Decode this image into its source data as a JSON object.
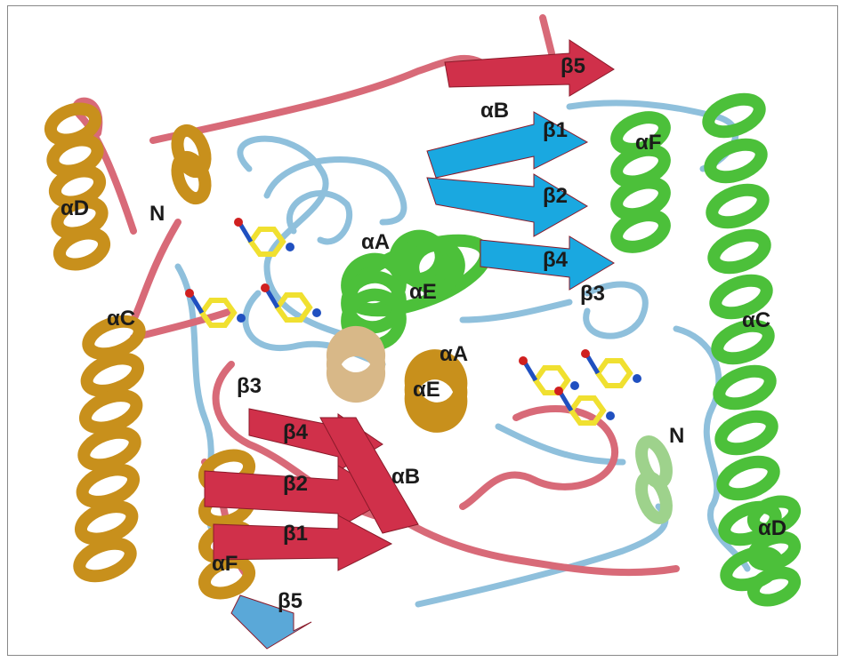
{
  "figure": {
    "colors": {
      "orange": "#c8901c",
      "red": "#d0304a",
      "pink": "#d86a78",
      "cyan": "#1aa8e0",
      "lightblue": "#8fc0dc",
      "green": "#4cc03a",
      "lightgreen": "#9ed28c",
      "tan": "#d8b888",
      "yellow": "#f0e030",
      "lavender": "#c8c0d8"
    },
    "labels": {
      "alphaD_left": "αD",
      "N_left": "N",
      "alphaC_left": "αC",
      "beta3_left": "β3",
      "beta4_left": "β4",
      "beta2_left": "β2",
      "beta1_left": "β1",
      "alphaF_left": "αF",
      "beta5_left": "β5",
      "beta5_top": "β5",
      "alphaB_top": "αB",
      "beta1_top": "β1",
      "alphaF_top": "αF",
      "beta2_top": "β2",
      "beta4_top": "β4",
      "alphaA_top": "αA",
      "alphaE_top": "αE",
      "beta3_right": "β3",
      "alphaC_right": "αC",
      "alphaA_mid": "αA",
      "alphaE_mid": "αE",
      "N_right": "N",
      "alphaB_mid": "αB",
      "alphaD_right": "αD"
    }
  }
}
